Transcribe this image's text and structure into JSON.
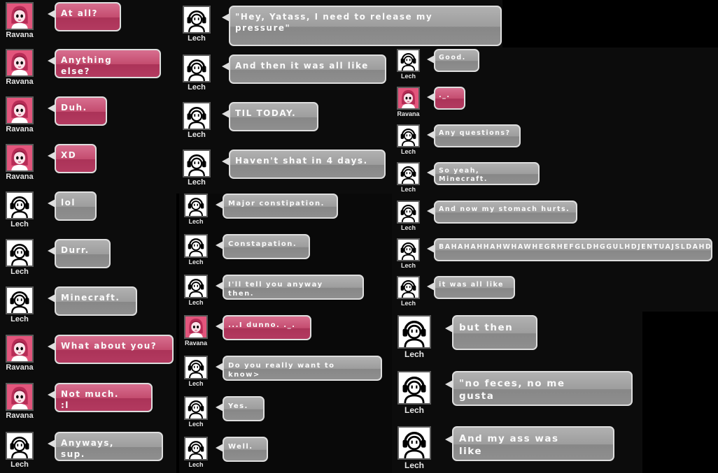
{
  "speakers": {
    "lech": "Lech",
    "ravana": "Ravana"
  },
  "icons": {
    "lech_avatar": "headphone-user-icon",
    "ravana_avatar": "pink-hair-girl-icon"
  },
  "colors": {
    "background": "#0c0c0c",
    "gray_bubble": "#9d9d9d",
    "pink_bubble": "#c44c6f",
    "bubble_border": "#dedede"
  },
  "column1": [
    {
      "speaker": "Ravana",
      "text": "At all?"
    },
    {
      "speaker": "Ravana",
      "text": "Anything\nelse?"
    },
    {
      "speaker": "Ravana",
      "text": "Duh."
    },
    {
      "speaker": "Ravana",
      "text": "XD"
    },
    {
      "speaker": "Lech",
      "text": "lol"
    },
    {
      "speaker": "Lech",
      "text": "Durr."
    },
    {
      "speaker": "Lech",
      "text": "Minecraft."
    },
    {
      "speaker": "Ravana",
      "text": "What about you?"
    },
    {
      "speaker": "Ravana",
      "text": "Not much.\n:l"
    },
    {
      "speaker": "Lech",
      "text": "Anyways,\nsup."
    }
  ],
  "column2_top": [
    {
      "speaker": "Lech",
      "text": "\"Hey, Yatass, I need to release my\npressure\""
    },
    {
      "speaker": "Lech",
      "text": "And then it was all like"
    },
    {
      "speaker": "Lech",
      "text": "TIL TODAY."
    },
    {
      "speaker": "Lech",
      "text": "Haven't shat in 4 days."
    }
  ],
  "column2_bottom": [
    {
      "speaker": "Lech",
      "text": "Major constipation."
    },
    {
      "speaker": "Lech",
      "text": "Constapation."
    },
    {
      "speaker": "Lech",
      "text": "I'll tell you anyway\nthen."
    },
    {
      "speaker": "Ravana",
      "text": "...I dunno. ._."
    },
    {
      "speaker": "Lech",
      "text": "Do you really want to\nknow>"
    },
    {
      "speaker": "Lech",
      "text": "Yes."
    },
    {
      "speaker": "Lech",
      "text": "Well."
    }
  ],
  "column3_top": [
    {
      "speaker": "Lech",
      "text": "Good."
    },
    {
      "speaker": "Ravana",
      "text": "._."
    },
    {
      "speaker": "Lech",
      "text": "Any questions?"
    },
    {
      "speaker": "Lech",
      "text": "So yeah,\nMinecraft."
    },
    {
      "speaker": "Lech",
      "text": "And now my stomach hurts."
    },
    {
      "speaker": "Lech",
      "text": "BAHAHAHHAHWHAWHEGRHEFGLDHGGULHDJENTUAJSLDAHDF"
    },
    {
      "speaker": "Lech",
      "text": "it was all like"
    }
  ],
  "column3_bottom": [
    {
      "speaker": "Lech",
      "text": "but then"
    },
    {
      "speaker": "Lech",
      "text": "\"no feces, no me\ngusta"
    },
    {
      "speaker": "Lech",
      "text": "And my ass was\nlike"
    }
  ]
}
